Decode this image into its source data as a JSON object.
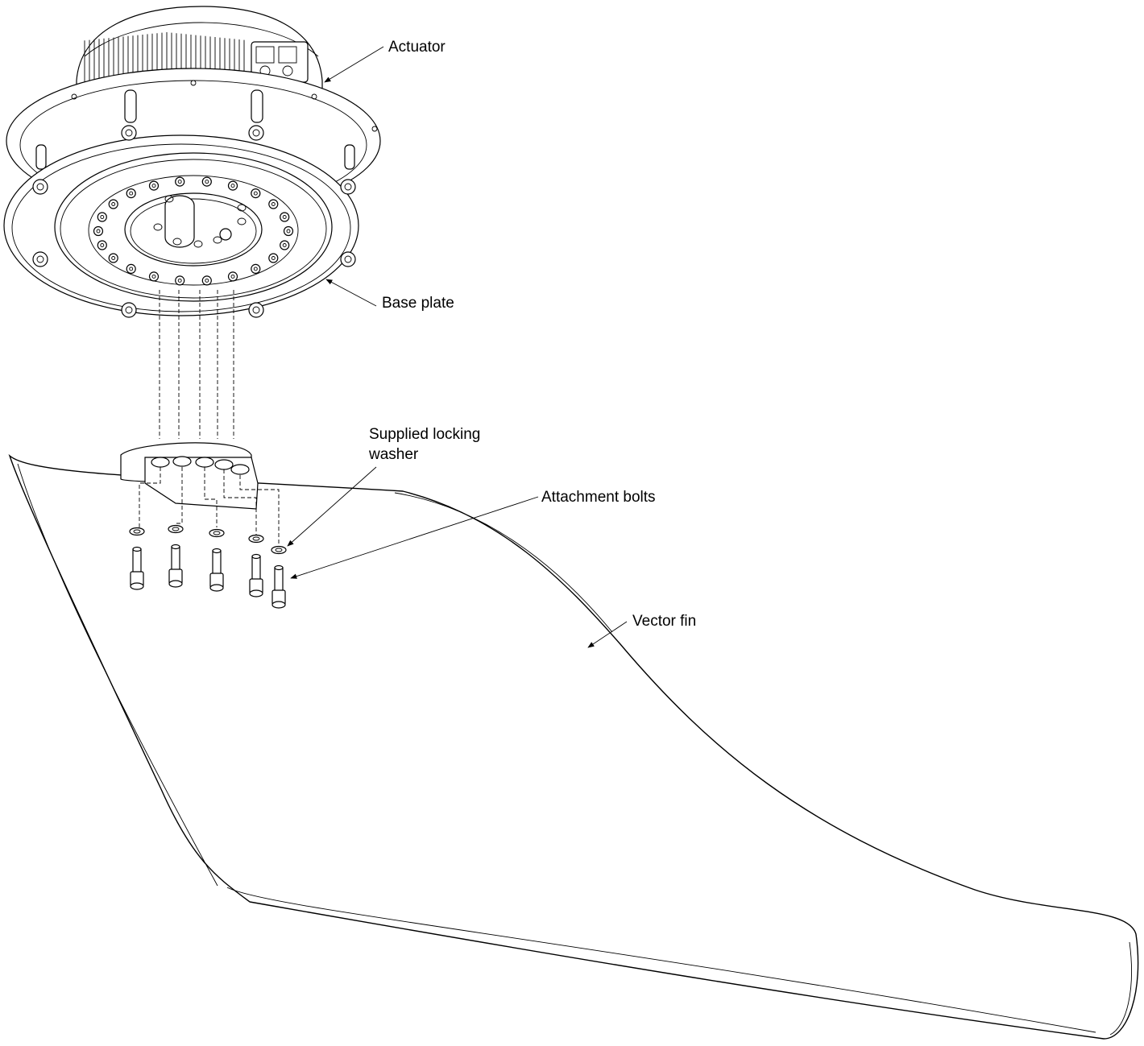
{
  "labels": {
    "actuator": "Actuator",
    "base_plate": "Base plate",
    "washer_line1": "Supplied locking",
    "washer_line2": "washer",
    "attachment_bolts": "Attachment bolts",
    "vector_fin": "Vector fin"
  }
}
